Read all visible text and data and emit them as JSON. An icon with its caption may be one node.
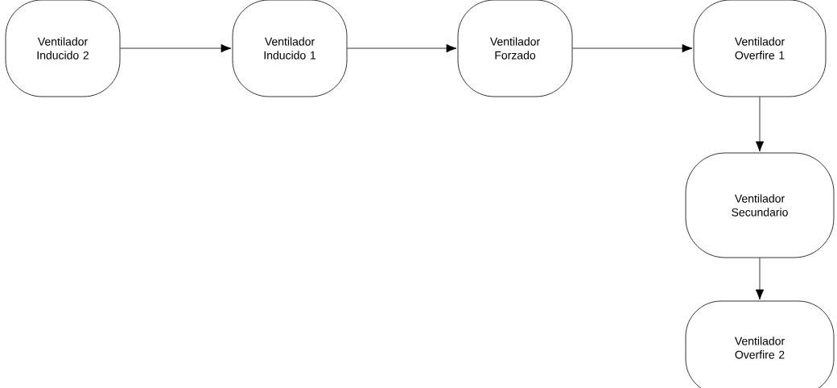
{
  "diagram": {
    "nodes": [
      {
        "text": [
          "Ventilador Inducido 2"
        ]
      },
      {
        "text": [
          "Ventilador Inducido 1"
        ]
      },
      {
        "text": [
          "Ventilador Forzado"
        ]
      },
      {
        "text": [
          "Ventilador Overfire 1"
        ]
      },
      {
        "text": [
          "Ventilador Secundario"
        ]
      },
      {
        "text": [
          "Ventilador Overfire 2"
        ]
      }
    ],
    "edges": [
      {
        "from": 0,
        "to": 1,
        "arrow": "to"
      },
      {
        "from": 1,
        "to": 2,
        "arrow": "to"
      },
      {
        "from": 2,
        "to": 3,
        "arrow": "to"
      },
      {
        "from": 3,
        "to": 4,
        "arrow": "to"
      },
      {
        "from": 4,
        "to": 5,
        "arrow": "to"
      }
    ]
  }
}
